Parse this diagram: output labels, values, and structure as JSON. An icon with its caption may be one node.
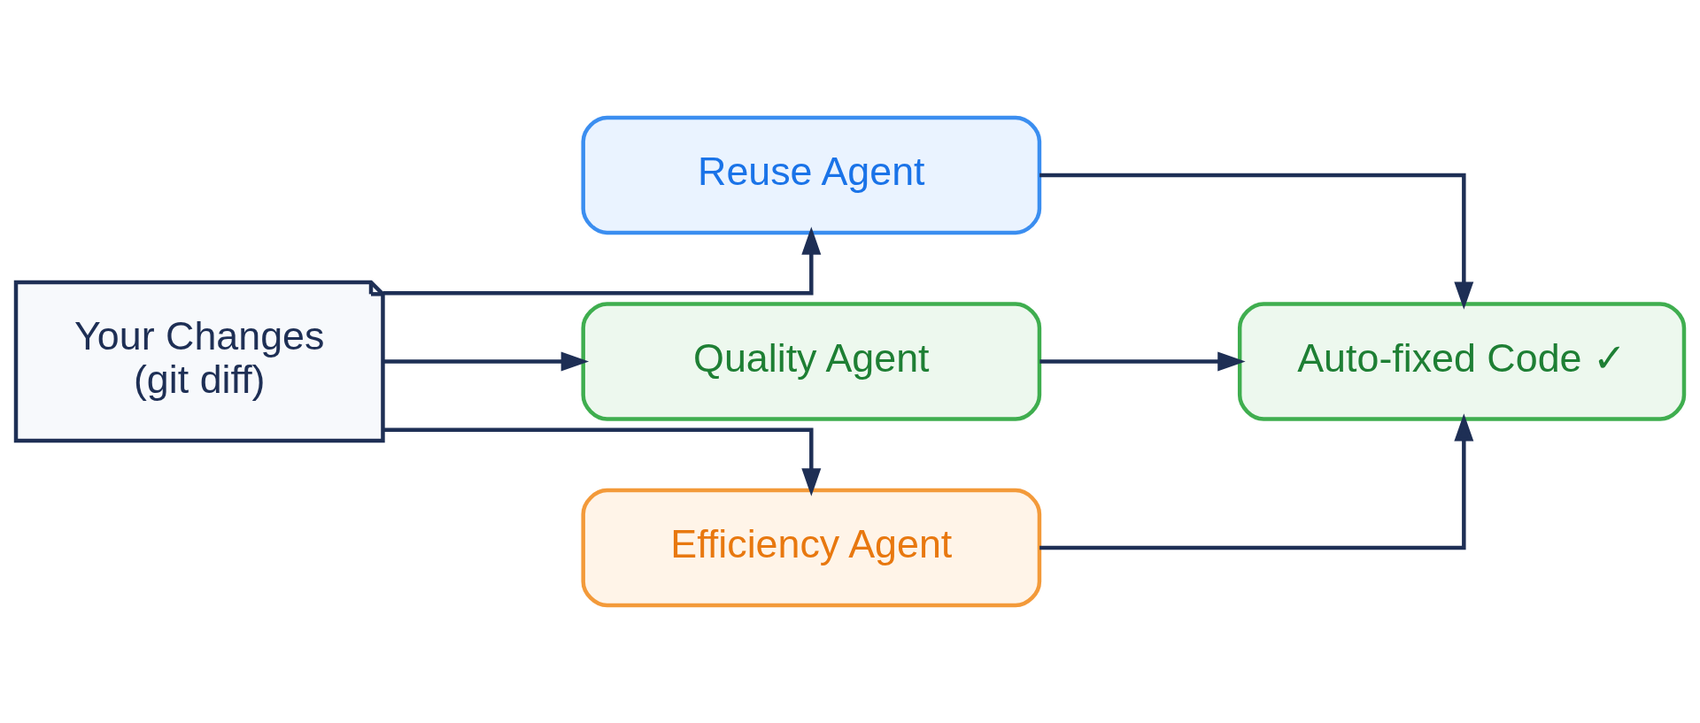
{
  "diagram": {
    "nodes": [
      {
        "text": [
          "Your Changes",
          "(git diff)"
        ]
      },
      {
        "text": [
          "Reuse Agent"
        ]
      },
      {
        "text": [
          "Quality Agent"
        ]
      },
      {
        "text": [
          "Efficiency Agent"
        ]
      },
      {
        "text": [
          "Auto-fixed Code ✓"
        ]
      }
    ],
    "edges": [
      {
        "from": 0,
        "to": 1,
        "arrow": "to"
      },
      {
        "from": 0,
        "to": 2,
        "arrow": "to"
      },
      {
        "from": 0,
        "to": 3,
        "arrow": "to"
      },
      {
        "from": 1,
        "to": 4,
        "arrow": "to"
      },
      {
        "from": 2,
        "to": 4,
        "arrow": "to"
      },
      {
        "from": 3,
        "to": 4,
        "arrow": "to"
      }
    ]
  }
}
